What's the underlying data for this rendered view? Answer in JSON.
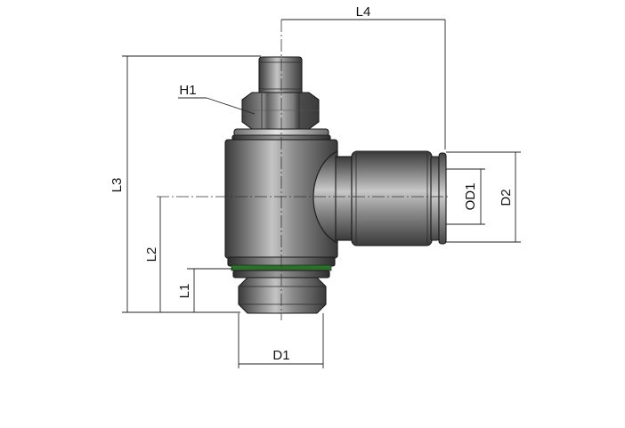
{
  "labels": {
    "L4": "L4",
    "L3": "L3",
    "L2": "L2",
    "L1": "L1",
    "H1": "H1",
    "D1": "D1",
    "OD1": "OD1",
    "D2": "D2"
  }
}
